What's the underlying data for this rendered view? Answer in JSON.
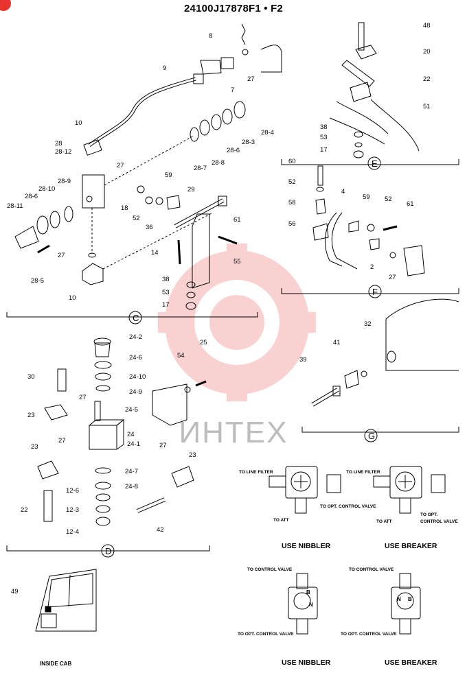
{
  "header": {
    "title": "24100J17878F1 • F2"
  },
  "watermark": {
    "text": "ИНТЕХ",
    "color": "#e8342c"
  },
  "views": {
    "C": {
      "letter": "C",
      "labels": [
        "9",
        "8",
        "7",
        "27",
        "10",
        "28",
        "28-12",
        "27",
        "28-9",
        "28-10",
        "28-6",
        "28-11",
        "28-5",
        "27",
        "10",
        "28-7",
        "28-8",
        "28-6",
        "28-3",
        "28-4",
        "59",
        "29",
        "18",
        "52",
        "36",
        "61",
        "14",
        "55",
        "38",
        "53",
        "17"
      ]
    },
    "E": {
      "letter": "E",
      "labels": [
        "48",
        "20",
        "22",
        "51",
        "38",
        "53",
        "17"
      ]
    },
    "F": {
      "letter": "F",
      "labels": [
        "60",
        "52",
        "58",
        "56",
        "4",
        "59",
        "52",
        "61",
        "2",
        "27"
      ]
    },
    "D": {
      "letter": "D",
      "labels": [
        "24-2",
        "24-6",
        "24-10",
        "24-9",
        "30",
        "23",
        "27",
        "24-5",
        "24",
        "24-1",
        "23",
        "27",
        "27",
        "23",
        "24-7",
        "24-8",
        "12-6",
        "12-3",
        "12-4",
        "22",
        "42",
        "25",
        "54"
      ]
    },
    "G": {
      "letter": "G",
      "labels": [
        "32",
        "41",
        "39"
      ]
    }
  },
  "cab": {
    "part": "49",
    "caption": "INSIDE CAB"
  },
  "valves": {
    "top_left": {
      "to_line_filter": "TO LINE FILTER",
      "to_att": "TO ATT",
      "to_opt": "TO OPT. CONTROL VALVE",
      "caption": "USE NIBBLER"
    },
    "top_right": {
      "to_line_filter": "TO LINE FILTER",
      "to_att": "TO ATT",
      "to_opt_1": "TO OPT.",
      "to_opt_2": "CONTROL VALVE",
      "caption": "USE BREAKER"
    },
    "bottom_left": {
      "to_control": "TO CONTROL VALVE",
      "to_opt": "TO OPT. CONTROL VALVE",
      "caption": "USE NIBBLER",
      "port_b": "B",
      "port_n": "N"
    },
    "bottom_right": {
      "to_control": "TO CONTROL VALVE",
      "to_opt": "TO OPT. CONTROL VALVE",
      "caption": "USE BREAKER",
      "port_b": "B",
      "port_n": "N"
    }
  }
}
